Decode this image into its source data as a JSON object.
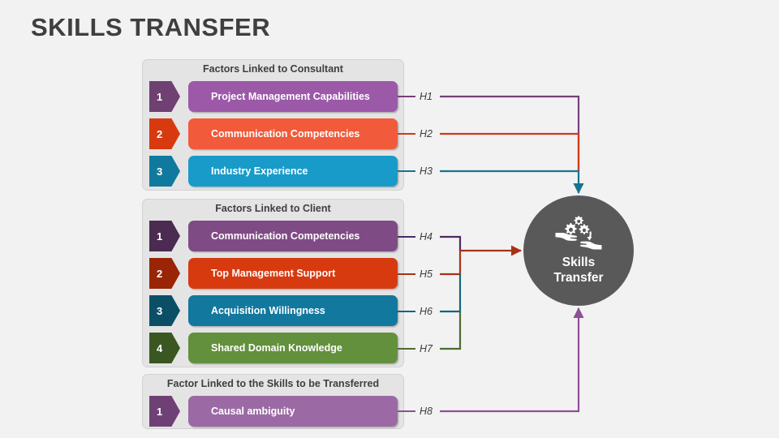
{
  "title": "SKILLS TRANSFER",
  "hub": {
    "label_line1": "Skills",
    "label_line2": "Transfer",
    "icon": "hands-gears-icon",
    "color": "#595959"
  },
  "groups": [
    {
      "id": "consultant",
      "title": "Factors Linked to Consultant",
      "factors": [
        {
          "num": "1",
          "label": "Project Management Capabilities",
          "color": "#9b59a8",
          "tag_color": "#6f4072",
          "hypothesis": "H1",
          "line_color": "#74407c"
        },
        {
          "num": "2",
          "label": "Communication Competencies",
          "color": "#f15a3a",
          "tag_color": "#d83a10",
          "hypothesis": "H2",
          "line_color": "#cf3a17"
        },
        {
          "num": "3",
          "label": "Industry Experience",
          "color": "#189bc9",
          "tag_color": "#0f7a9e",
          "hypothesis": "H3",
          "line_color": "#17748f"
        }
      ]
    },
    {
      "id": "client",
      "title": "Factors Linked to Client",
      "factors": [
        {
          "num": "1",
          "label": "Communication Competencies",
          "color": "#7f4b85",
          "tag_color": "#4b2b51",
          "hypothesis": "H4",
          "line_color": "#4b2b62"
        },
        {
          "num": "2",
          "label": "Top Management Support",
          "color": "#d83a10",
          "tag_color": "#992506",
          "hypothesis": "H5",
          "line_color": "#a83218"
        },
        {
          "num": "3",
          "label": "Acquisition Willingness",
          "color": "#12789e",
          "tag_color": "#0b4f67",
          "hypothesis": "H6",
          "line_color": "#14657f"
        },
        {
          "num": "4",
          "label": "Shared Domain Knowledge",
          "color": "#63903c",
          "tag_color": "#3a5722",
          "hypothesis": "H7",
          "line_color": "#4e6b33"
        }
      ]
    },
    {
      "id": "skills",
      "title": "Factor Linked to the Skills to be Transferred",
      "factors": [
        {
          "num": "1",
          "label": "Causal ambiguity",
          "color": "#9b6aa4",
          "tag_color": "#6f4076",
          "hypothesis": "H8",
          "line_color": "#8e4f97"
        }
      ]
    }
  ],
  "background_color": "#f2f2f2",
  "panel_color": "#e4e4e4",
  "title_color": "#3f3f3f"
}
